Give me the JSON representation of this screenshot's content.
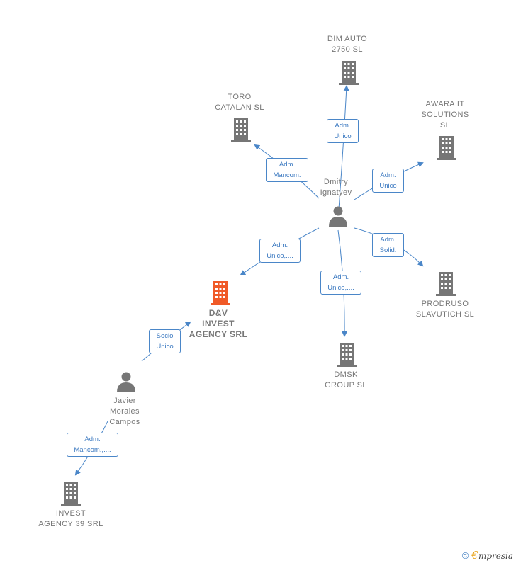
{
  "colors": {
    "edge": "#4a86c8",
    "building": "#767676",
    "building_main": "#f05a28",
    "person": "#767676"
  },
  "nodes": {
    "dim_auto": [
      "DIM AUTO",
      "2750  SL"
    ],
    "toro_catalan": [
      "TORO",
      "CATALAN SL"
    ],
    "awara": [
      "AWARA IT",
      "SOLUTIONS",
      "SL"
    ],
    "dmitry": [
      "Dmitry",
      "Ignatyev"
    ],
    "dv_invest": [
      "D&V",
      "INVEST",
      "AGENCY SRL"
    ],
    "prodruso": [
      "PRODRUSO",
      "SLAVUTICH  SL"
    ],
    "dmsk": [
      "DMSK",
      "GROUP  SL"
    ],
    "javier": [
      "Javier",
      "Morales",
      "Campos"
    ],
    "invest39": [
      "INVEST",
      "AGENCY 39 SRL"
    ]
  },
  "edges": {
    "dim_auto": [
      "Adm.",
      "Unico"
    ],
    "toro": [
      "Adm.",
      "Mancom."
    ],
    "awara": [
      "Adm.",
      "Unico"
    ],
    "dv": [
      "Adm.",
      "Unico,...."
    ],
    "dmsk": [
      "Adm.",
      "Unico,...."
    ],
    "prodruso": [
      "Adm.",
      "Solid."
    ],
    "javier_dv": [
      "Socio",
      "Único"
    ],
    "invest39": [
      "Adm.",
      "Mancom.,...."
    ]
  },
  "footer": {
    "copyright": "©",
    "brand_e": "€",
    "brand_rest": "mpresia"
  }
}
